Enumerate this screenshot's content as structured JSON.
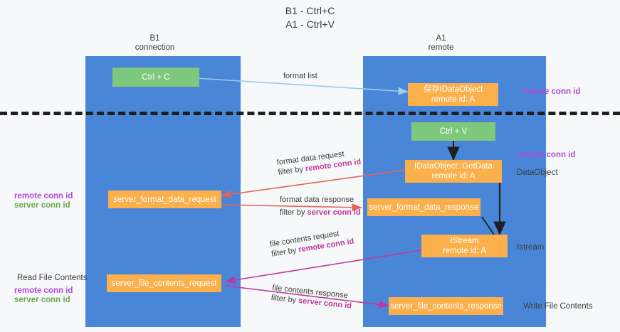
{
  "title": {
    "line1": "B1 - Ctrl+C",
    "line2": "A1 - Ctrl+V"
  },
  "lanes": [
    {
      "id": "b1",
      "head_line1": "B1",
      "head_line2": "connection",
      "color": "#4a86d8"
    },
    {
      "id": "a1",
      "head_line1": "A1",
      "head_line2": "remote",
      "color": "#4a86d8"
    }
  ],
  "nodes": {
    "ctrl_c": "Ctrl + C",
    "save_idataobject_l1": "保存IDataObject",
    "save_idataobject_l2": "remote id: A",
    "ctrl_v": "Ctrl + V",
    "getdata_l1": "IDataObject::GetData",
    "getdata_l2": "remote id: A",
    "server_format_data_request": "server_format_data_request",
    "server_format_data_response": "server_format_data_response",
    "istream_l1": "IStream",
    "istream_l2": "remote id: A",
    "server_file_contents_request": "server_file_contents_request",
    "server_file_contents_response": "server_file_contents_response"
  },
  "edges": {
    "format_list": "format list",
    "format_data_request": "format data request",
    "format_data_request_filter_prefix": "filter by ",
    "format_data_request_filter_key": "remote conn id",
    "format_data_response": "format data response",
    "format_data_response_filter_prefix": "filter by ",
    "format_data_response_filter_key": "server conn id",
    "file_contents_request": "file contents request",
    "file_contents_request_filter_prefix": "filter by ",
    "file_contents_request_filter_key": "remote conn id",
    "file_contents_response": "file contents response",
    "file_contents_response_filter_prefix": "filter by ",
    "file_contents_response_filter_key": "server conn id"
  },
  "side_labels": {
    "right_remote_conn_id_top": "remote conn id",
    "right_remote_conn_id_mid": "remote conn id",
    "right_dataobject": "DataObject",
    "right_istream": "Istream",
    "right_write_file_contents": "Write File Contents",
    "left_remote_conn_id_mid": "remote conn id",
    "left_server_conn_id_mid": "server conn id",
    "left_read_file_contents": "Read File Contents",
    "left_remote_conn_id_bottom": "remote conn id",
    "left_server_conn_id_bottom": "server conn id"
  },
  "colors": {
    "lane": "#4a86d8",
    "node_green": "#7ec87e",
    "node_orange": "#fbb04c",
    "accent_purple": "#b14bd8",
    "accent_green": "#6aa84f",
    "accent_magenta": "#c0399c",
    "arrow_blue": "#9ecaec",
    "arrow_red": "#e8625c",
    "arrow_black": "#1f1f1f",
    "divider": "#1f1f1f"
  }
}
